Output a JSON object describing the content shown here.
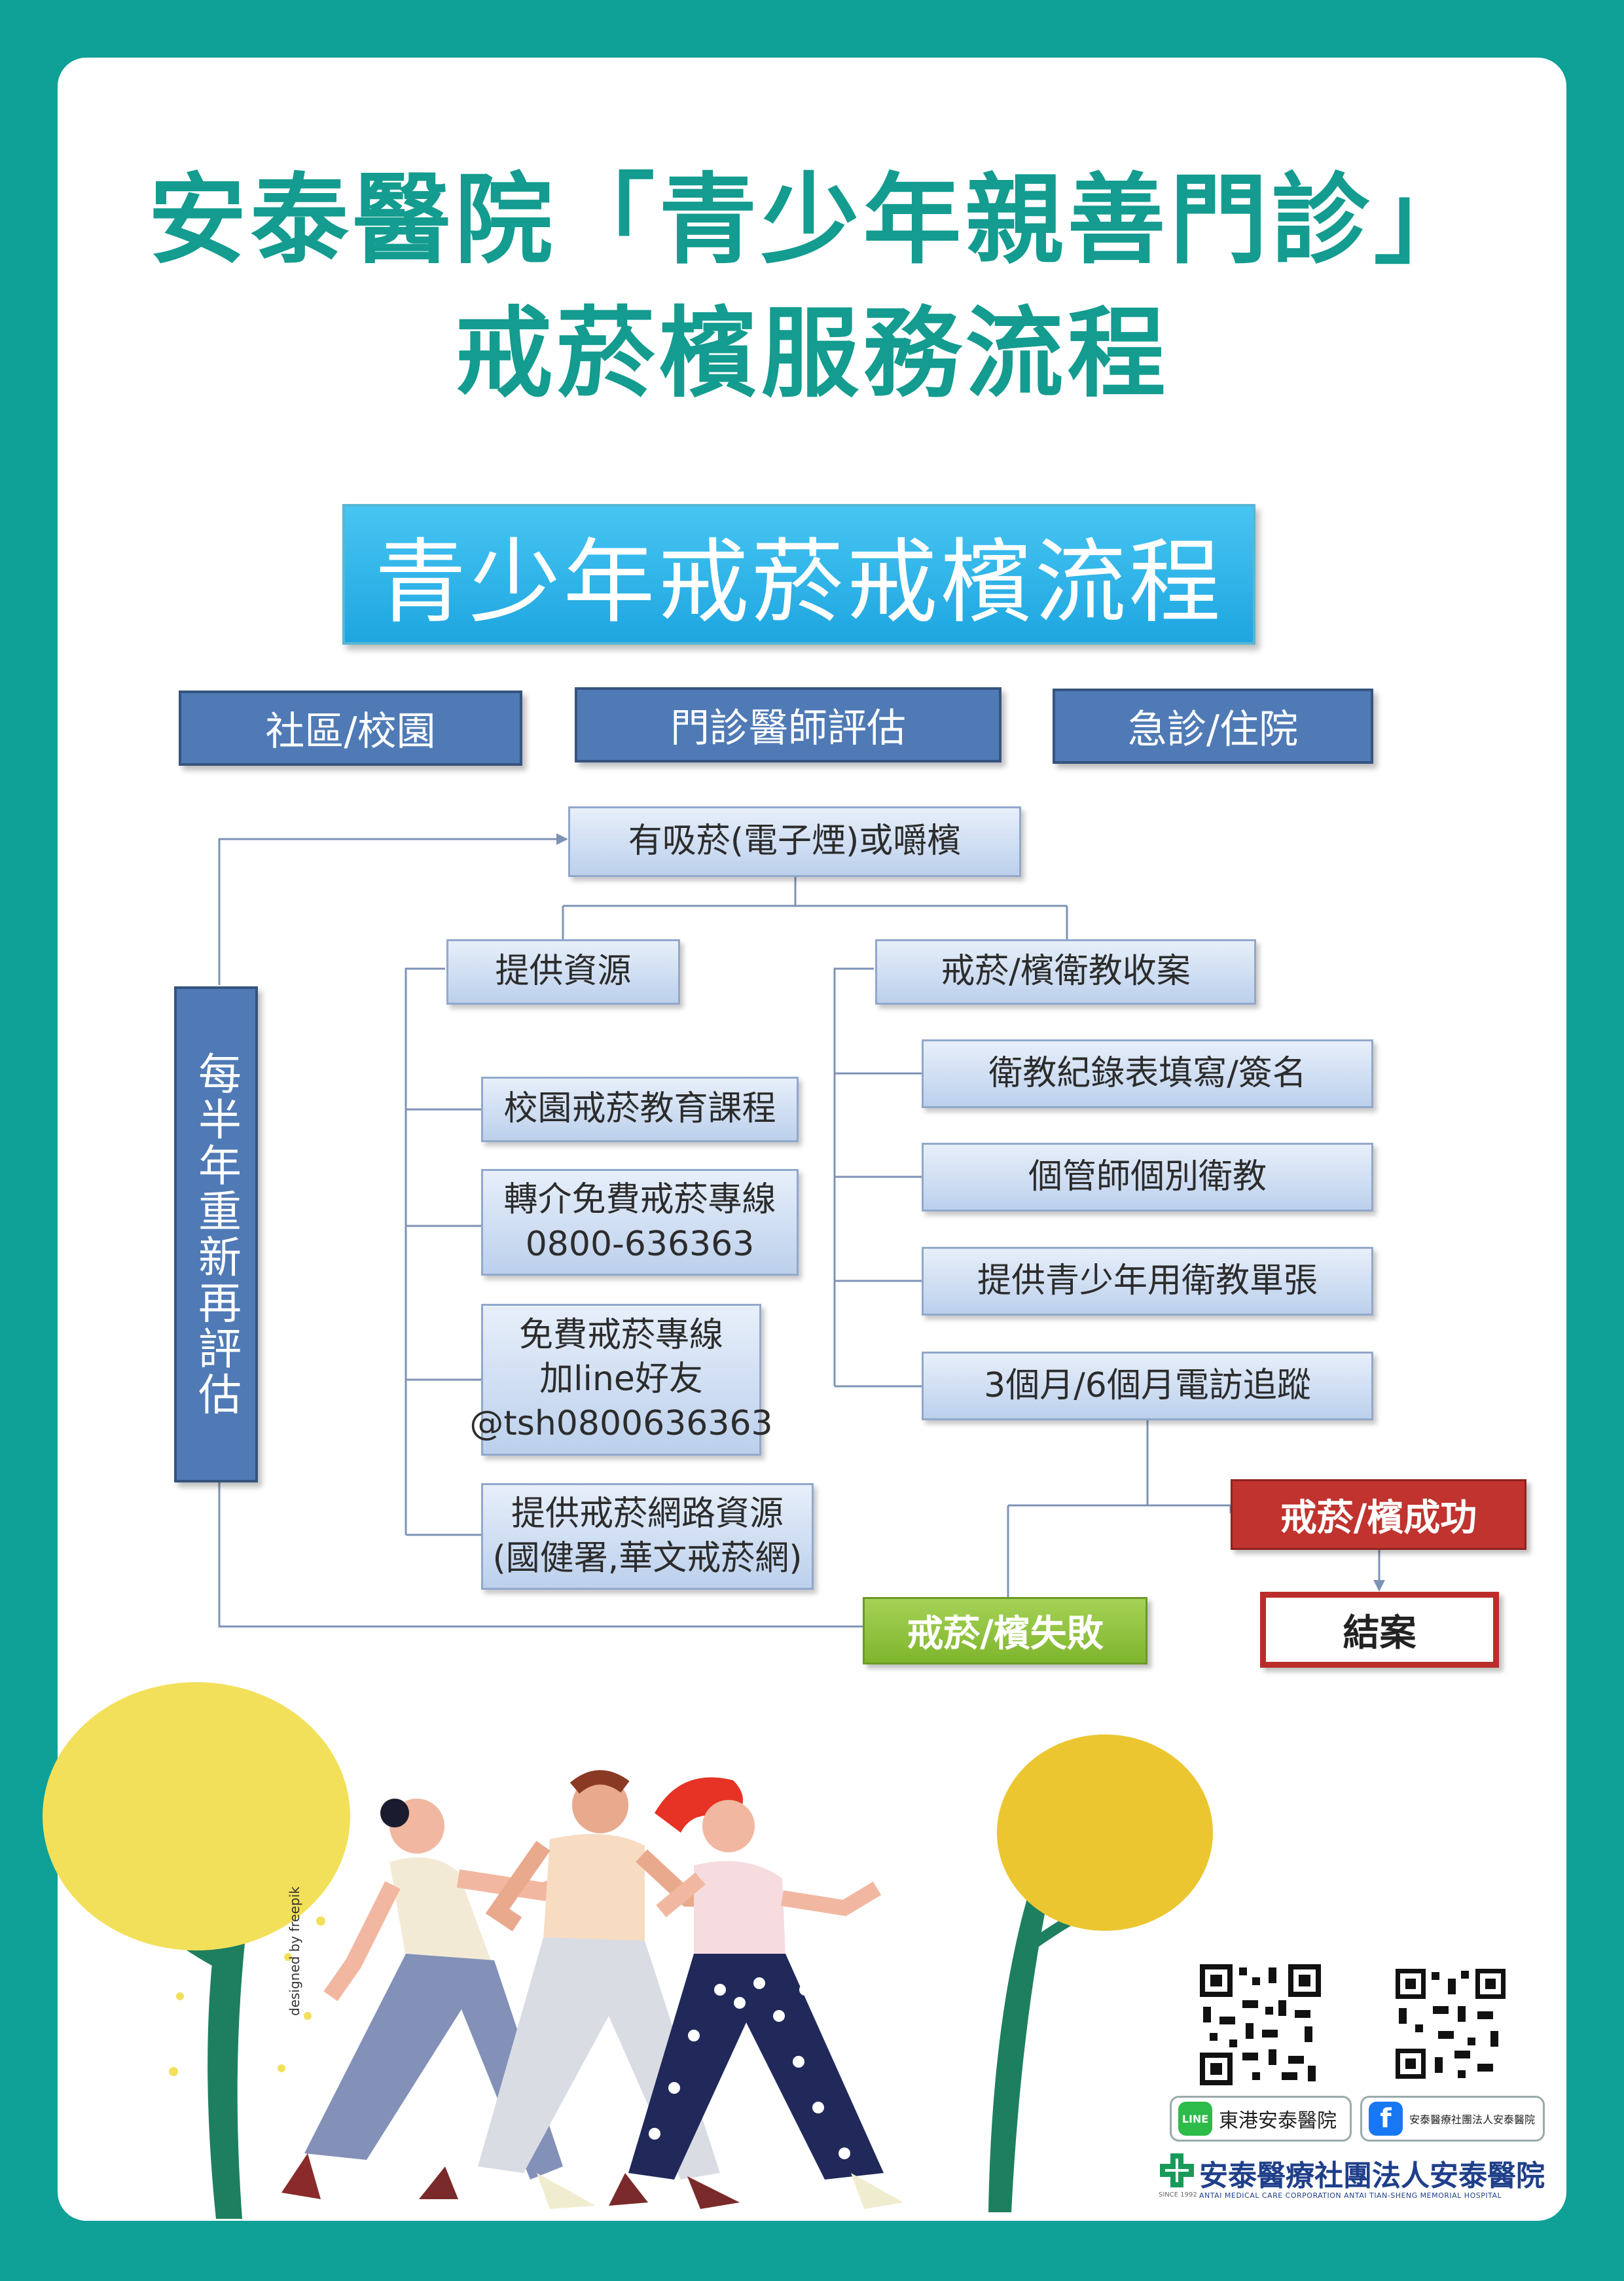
{
  "page": {
    "title_line1": "安泰醫院「青少年親善門診」",
    "title_line2": "戒菸檳服務流程"
  },
  "flow": {
    "banner": "青少年戒菸戒檳流程",
    "sources": [
      "社區/校園",
      "門診醫師評估",
      "急診/住院"
    ],
    "start": "有吸菸(電子煙)或嚼檳",
    "reassess": "每半年重新再評估",
    "left_branch": {
      "title": "提供資源",
      "items": [
        [
          "校園戒菸教育課程"
        ],
        [
          "轉介免費戒菸專線",
          "0800-636363"
        ],
        [
          "免費戒菸專線",
          "加line好友",
          "@tsh0800636363"
        ],
        [
          "提供戒菸網路資源",
          "(國健署,華文戒菸網)"
        ]
      ]
    },
    "right_branch": {
      "title": "戒菸/檳衛教收案",
      "items": [
        "衛教紀錄表填寫/簽名",
        "個管師個別衛教",
        "提供青少年用衛教單張",
        "3個月/6個月電訪追蹤"
      ]
    },
    "success": "戒菸/檳成功",
    "failure": "戒菸/檳失敗",
    "close": "結案"
  },
  "footer": {
    "credit": "designed by freepik",
    "line_icon": "LINE",
    "line_label": "東港安泰醫院",
    "fb_icon": "f",
    "fb_label": "安泰醫療社團法人安泰醫院",
    "hospital_name": "安泰醫療社團法人安泰醫院",
    "hospital_english": "ANTAI MEDICAL CARE CORPORATION ANTAI TIAN-SHENG MEMORIAL HOSPITAL",
    "since": "SINCE 1992"
  },
  "colors": {
    "frame": "#0fa197",
    "title": "#139c8f",
    "node_blue": "#4f7ab5",
    "banner": "#1ea6e0",
    "success_red": "#c0332e",
    "failure_green": "#8cc03c"
  }
}
